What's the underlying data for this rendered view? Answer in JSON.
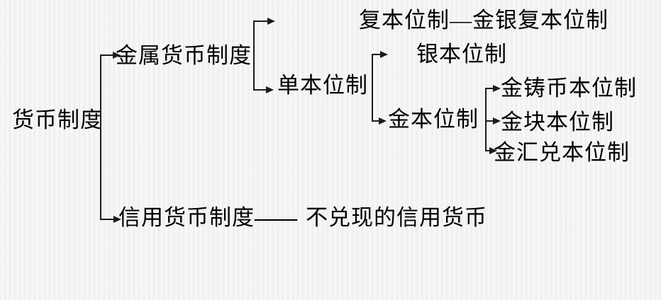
{
  "diagram": {
    "type": "tree",
    "language": "zh",
    "topic": "货币制度分类",
    "colors": {
      "text": "#000000",
      "line": "#1c1c1c",
      "background_stripe_light": "#f9f9f9",
      "background_stripe_dark": "#eeeeee"
    }
  },
  "nodes": {
    "root": {
      "label": "货币制度"
    },
    "metal": {
      "label": "金属货币制度"
    },
    "bimetal": {
      "label": "复本位制—金银复本位制"
    },
    "mono": {
      "label": "单本位制"
    },
    "silver": {
      "label": "银本位制"
    },
    "gold": {
      "label": "金本位制"
    },
    "gold_coin": {
      "label": "金铸币本位制"
    },
    "gold_bullion": {
      "label": "金块本位制"
    },
    "gold_exchange": {
      "label": "金汇兑本位制"
    },
    "credit": {
      "label": "信用货币制度",
      "dash": "——",
      "note": "不兑现的信用货币"
    }
  },
  "edges": [
    "货币制度→金属货币制度",
    "货币制度→信用货币制度",
    "金属货币制度→复本位制",
    "金属货币制度→单本位制",
    "单本位制→银本位制",
    "单本位制→金本位制",
    "金本位制→金铸币本位制",
    "金本位制→金块本位制",
    "金本位制→金汇兑本位制"
  ]
}
